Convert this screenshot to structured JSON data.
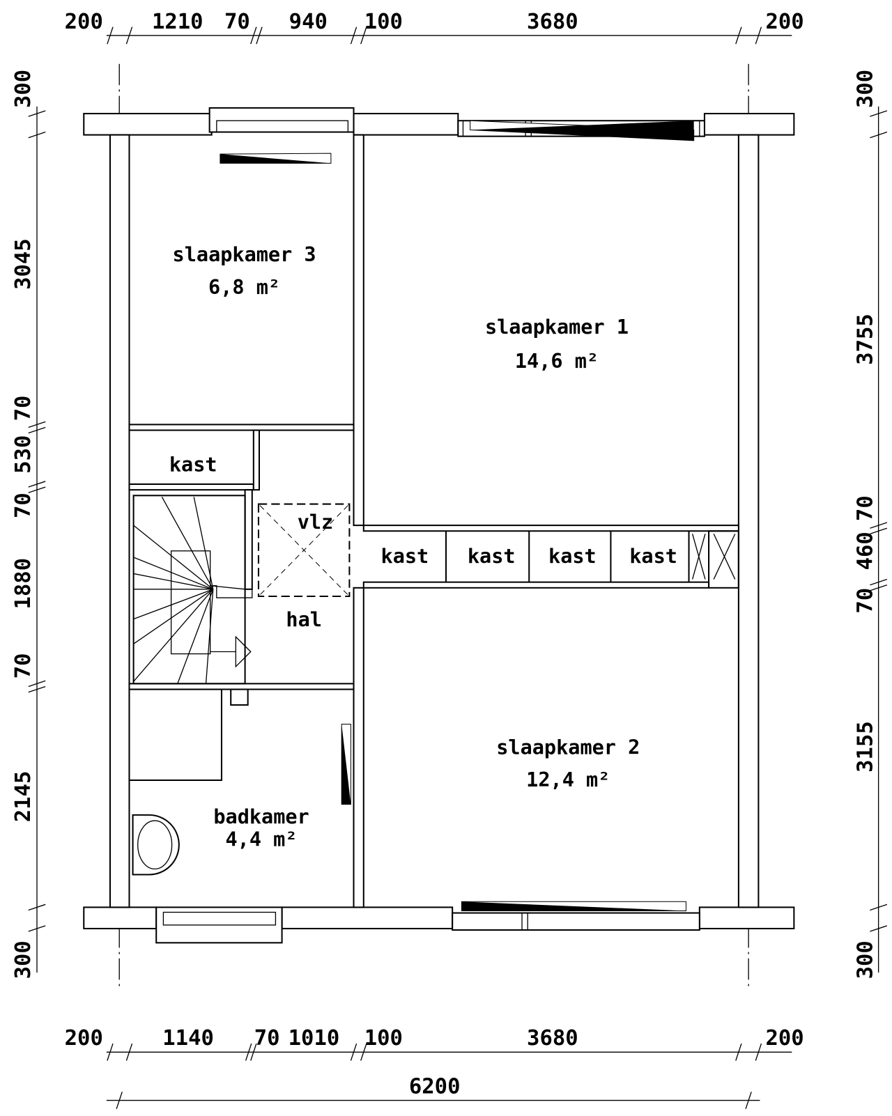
{
  "rooms": {
    "slaapkamer3": {
      "name": "slaapkamer 3",
      "area": "6,8 m²"
    },
    "slaapkamer1": {
      "name": "slaapkamer 1",
      "area": "14,6 m²"
    },
    "slaapkamer2": {
      "name": "slaapkamer 2",
      "area": "12,4 m²"
    },
    "badkamer": {
      "name": "badkamer",
      "area": "4,4 m²"
    },
    "kast_left": "kast",
    "kast_row": [
      "kast",
      "kast",
      "kast",
      "kast"
    ],
    "vlz": "vlz",
    "hal": "hal"
  },
  "dimensions": {
    "top": [
      "200",
      "1210",
      "70",
      "940",
      "100",
      "3680",
      "200"
    ],
    "bottom": [
      "200",
      "1140",
      "70",
      "1010",
      "100",
      "3680",
      "200"
    ],
    "total": "6200",
    "left": [
      "300",
      "3045",
      "70",
      "530",
      "70",
      "1880",
      "70",
      "2145",
      "300"
    ],
    "right": [
      "300",
      "3755",
      "70",
      "460",
      "70",
      "3155",
      "300"
    ]
  }
}
